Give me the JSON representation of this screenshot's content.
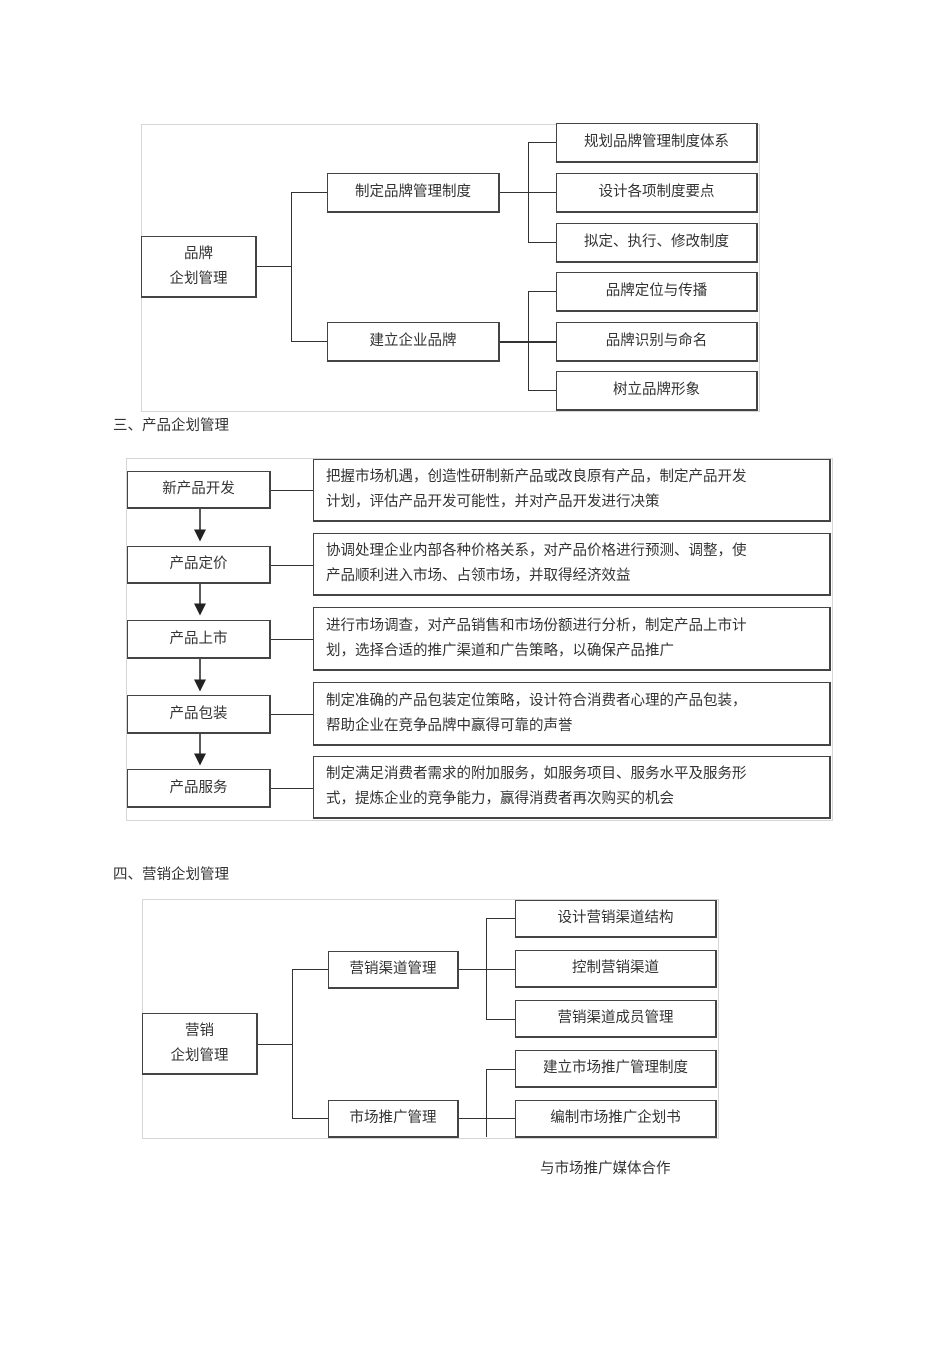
{
  "brand": {
    "root": [
      "品牌",
      "企划管理"
    ],
    "branches": [
      {
        "label": "制定品牌管理制度",
        "items": [
          "规划品牌管理制度体系",
          "设计各项制度要点",
          "拟定、执行、修改制度"
        ]
      },
      {
        "label": "建立企业品牌",
        "items": [
          "品牌定位与传播",
          "品牌识别与命名",
          "树立品牌形象"
        ]
      }
    ]
  },
  "product": {
    "heading": "三、产品企划管理",
    "steps": [
      {
        "label": "新产品开发",
        "desc": [
          "把握市场机遇，创造性研制新产品或改良原有产品，制定产品开发",
          "计划，评估产品开发可能性，并对产品开发进行决策"
        ]
      },
      {
        "label": "产品定价",
        "desc": [
          "协调处理企业内部各种价格关系，对产品价格进行预测、调整，使",
          "产品顺利进入市场、占领市场，并取得经济效益"
        ]
      },
      {
        "label": "产品上市",
        "desc": [
          "进行市场调查，对产品销售和市场份额进行分析，制定产品上市计",
          "划，选择合适的推广渠道和广告策略，以确保产品推广"
        ]
      },
      {
        "label": "产品包装",
        "desc": [
          "制定准确的产品包装定位策略，设计符合消费者心理的产品包装，",
          "帮助企业在竞争品牌中赢得可靠的声誉"
        ]
      },
      {
        "label": "产品服务",
        "desc": [
          "制定满足消费者需求的附加服务，如服务项目、服务水平及服务形",
          "式，提炼企业的竞争能力，赢得消费者再次购买的机会"
        ]
      }
    ]
  },
  "marketing": {
    "heading": "四、营销企划管理",
    "root": [
      "营销",
      "企划管理"
    ],
    "branches": [
      {
        "label": "营销渠道管理",
        "items": [
          "设计营销渠道结构",
          "控制营销渠道",
          "营销渠道成员管理"
        ]
      },
      {
        "label": "市场推广管理",
        "items": [
          "建立市场推广管理制度",
          "编制市场推广企划书"
        ]
      }
    ],
    "overflow_item": "与市场推广媒体合作"
  }
}
